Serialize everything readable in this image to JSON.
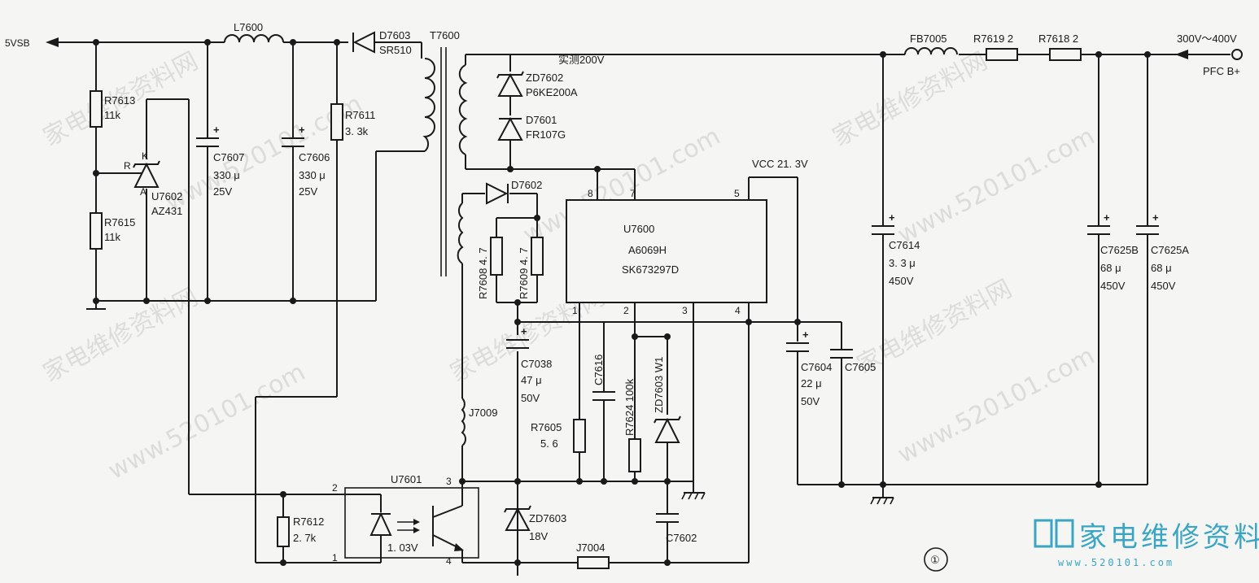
{
  "labels": {
    "out_5v": "5VSB",
    "l7600": "L7600",
    "d7603": "D7603",
    "d7603_val": "SR510",
    "t7600": "T7600",
    "measured": "实测200V",
    "fb7005": "FB7005",
    "r7619": "R7619 2",
    "r7618": "R7618 2",
    "input_v": "300V～400V",
    "pfc": "PFC B+",
    "r7613": "R7613",
    "r7613_val": "11k",
    "r7615": "R7615",
    "r7615_val": "11k",
    "k": "K",
    "r": "R",
    "a": "A",
    "u7602": "U7602",
    "u7602_val": "AZ431",
    "c7607": "C7607",
    "c7607_v1": "330 μ",
    "c7607_v2": "25V",
    "c7606": "C7606",
    "c7606_v1": "330 μ",
    "c7606_v2": "25V",
    "r7611": "R7611",
    "r7611_val": "3. 3k",
    "zd7602": "ZD7602",
    "zd7602_val": "P6KE200A",
    "d7601": "D7601",
    "d7601_val": "FR107G",
    "d7602": "D7602",
    "vcc": "VCC 21. 3V",
    "u7600": "U7600",
    "u7600_p1": "A6069H",
    "u7600_p2": "SK673297D",
    "pin8": "8",
    "pin7": "7",
    "pin5": "5",
    "pin1": "1",
    "pin2": "2",
    "pin3": "3",
    "pin4": "4",
    "r7608": "R7608 4. 7",
    "r7609": "R7609 4. 7",
    "c7614": "C7614",
    "c7614_v1": "3. 3 μ",
    "c7614_v2": "450V",
    "c7625b": "C7625B",
    "c7625b_v1": "68 μ",
    "c7625b_v2": "450V",
    "c7625a": "C7625A",
    "c7625a_v1": "68 μ",
    "c7625a_v2": "450V",
    "c7038": "C7038",
    "c7038_v1": "47 μ",
    "c7038_v2": "50V",
    "c7616": "C7616",
    "r7624": "R7624 100k",
    "zd7603w1": "ZD7603 W1",
    "c7604": "C7604",
    "c7604_v1": "22 μ",
    "c7604_v2": "50V",
    "c7605": "C7605",
    "r7605": "R7605",
    "r7605_val": "5. 6",
    "j7009": "J7009",
    "u7601": "U7601",
    "opto_2": "2",
    "opto_1": "1",
    "opto_3": "3",
    "opto_4": "4",
    "r7612": "R7612",
    "r7612_val": "2. 7k",
    "opto_v": "1. 03V",
    "zd7603": "ZD7603",
    "zd7603_val": "18V",
    "c7602": "C7602",
    "j7004": "J7004",
    "circle_num": "①"
  },
  "watermark": {
    "cn": "家电维修资料网",
    "url": "www.520101.com"
  },
  "logo": {
    "text": "家电维修资料网",
    "url": "www.520101.com"
  }
}
